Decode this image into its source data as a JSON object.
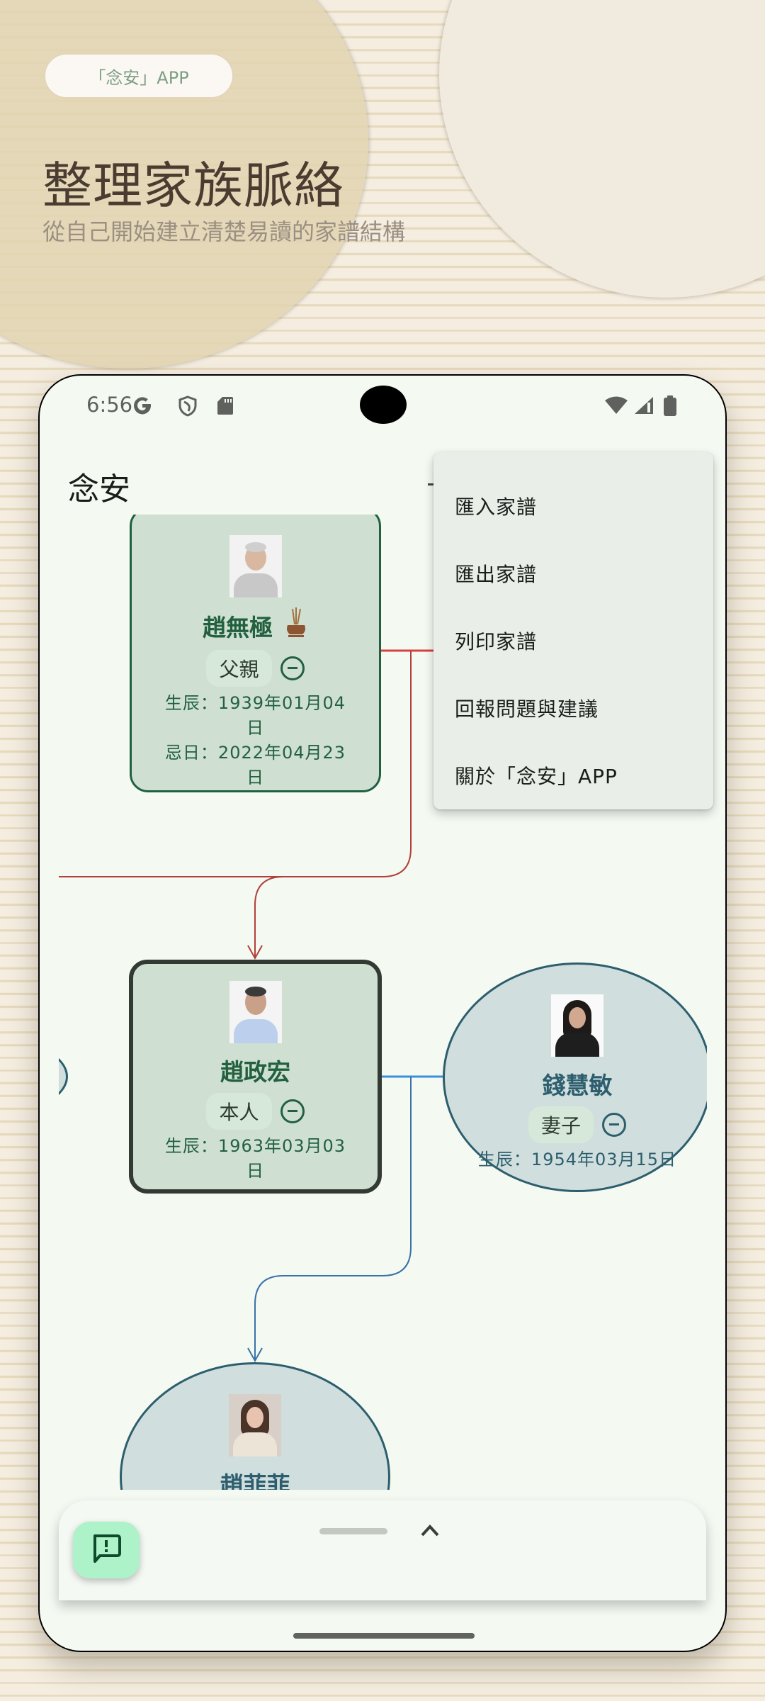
{
  "promo": {
    "pill_label": "「念安」APP",
    "headline": "整理家族脈絡",
    "subheadline": "從自己開始建立清楚易讀的家譜結構"
  },
  "status_bar": {
    "time": "6:56",
    "left_icons": [
      "google-icon",
      "shield-icon",
      "sd-card-icon"
    ],
    "right_icons": [
      "wifi-icon",
      "cell-signal-icon",
      "battery-icon"
    ]
  },
  "app_bar": {
    "title": "念安"
  },
  "overflow_menu": {
    "items": [
      {
        "label": "匯入家譜"
      },
      {
        "label": "匯出家譜"
      },
      {
        "label": "列印家譜"
      },
      {
        "label": "回報問題與建議"
      },
      {
        "label": "關於「念安」APP"
      }
    ]
  },
  "family_tree": {
    "nodes": [
      {
        "name": "趙無極",
        "role": "父親",
        "deceased_icon": "incense-burner-icon",
        "birth": "生辰：1939年01月04日",
        "birth_line1": "生辰：1939年01月04",
        "birth_line2": "日",
        "death_line1": "忌日：2022年04月23",
        "death_line2": "日",
        "shape": "rounded-rect"
      },
      {
        "name": "趙政宏",
        "role": "本人",
        "birth_line1": "生辰：1963年03月03",
        "birth_line2": "日",
        "shape": "rounded-rect-selected"
      },
      {
        "name": "錢慧敏",
        "role": "妻子",
        "birth_line1": "生辰：1954年03月15日",
        "shape": "ellipse"
      },
      {
        "name": "趙菲菲",
        "shape": "ellipse"
      }
    ],
    "colors": {
      "male_node_fill": "#cfe0d3",
      "male_node_border": "#1f6040",
      "self_node_border": "#323a33",
      "female_node_fill": "#d0dedd",
      "female_node_border": "#2d5e6e",
      "paternal_link": "#b0403a",
      "spouse_link": "#3a7fc0"
    }
  },
  "bottom_sheet": {
    "fab_icon": "feedback-icon",
    "expand_icon": "chevron-up-icon"
  }
}
